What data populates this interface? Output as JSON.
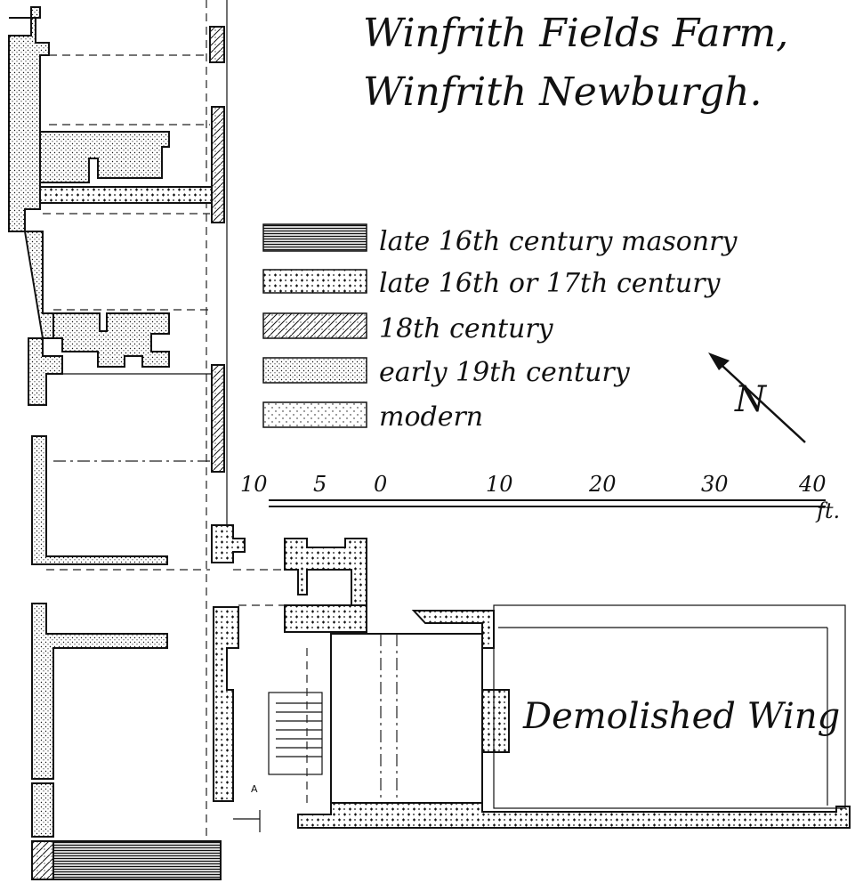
{
  "title": {
    "line1": "Winfrith Fields Farm,",
    "line2": "Winfrith Newburgh."
  },
  "legend": [
    {
      "id": "late16",
      "text": "late 16th century masonry",
      "pattern": "horizontal-lines"
    },
    {
      "id": "late16or17",
      "text": "late 16th or 17th century",
      "pattern": "cross-dots"
    },
    {
      "id": "c18",
      "text": "18th century",
      "pattern": "diagonal-hatch"
    },
    {
      "id": "early19",
      "text": "early 19th century",
      "pattern": "dense-dots"
    },
    {
      "id": "modern",
      "text": "modern",
      "pattern": "sparse-dots"
    }
  ],
  "north_arrow": {
    "label": "N"
  },
  "scale": {
    "ticks": [
      "10",
      "5",
      "0",
      "10",
      "20",
      "30",
      "40"
    ],
    "unit": "ft."
  },
  "annotations": {
    "demolished_wing": "Demolished Wing",
    "small_mark": "A"
  },
  "colors": {
    "ink": "#111111",
    "paper": "#ffffff"
  }
}
